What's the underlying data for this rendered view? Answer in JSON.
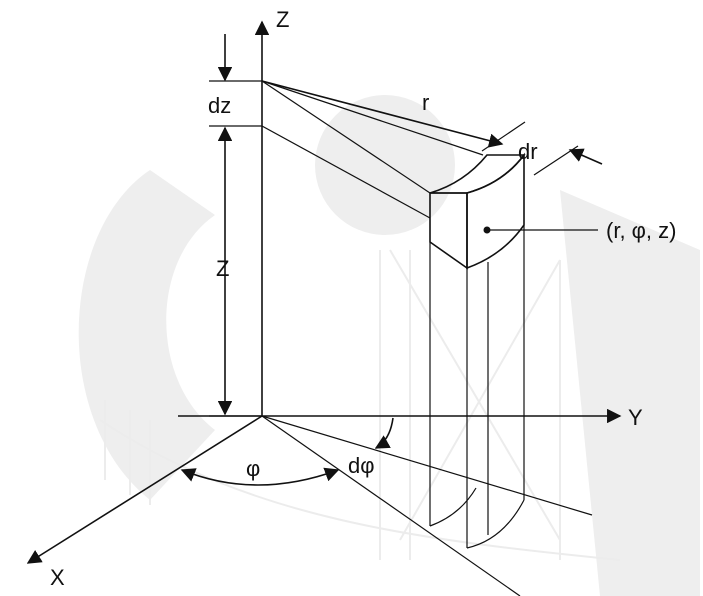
{
  "labels": {
    "z_axis": "Z",
    "y_axis": "Y",
    "x_axis": "X",
    "dz": "dz",
    "z_height": "Z",
    "r": "r",
    "dr": "dr",
    "phi": "φ",
    "dphi": "dφ",
    "point": "(r, φ, z)"
  }
}
